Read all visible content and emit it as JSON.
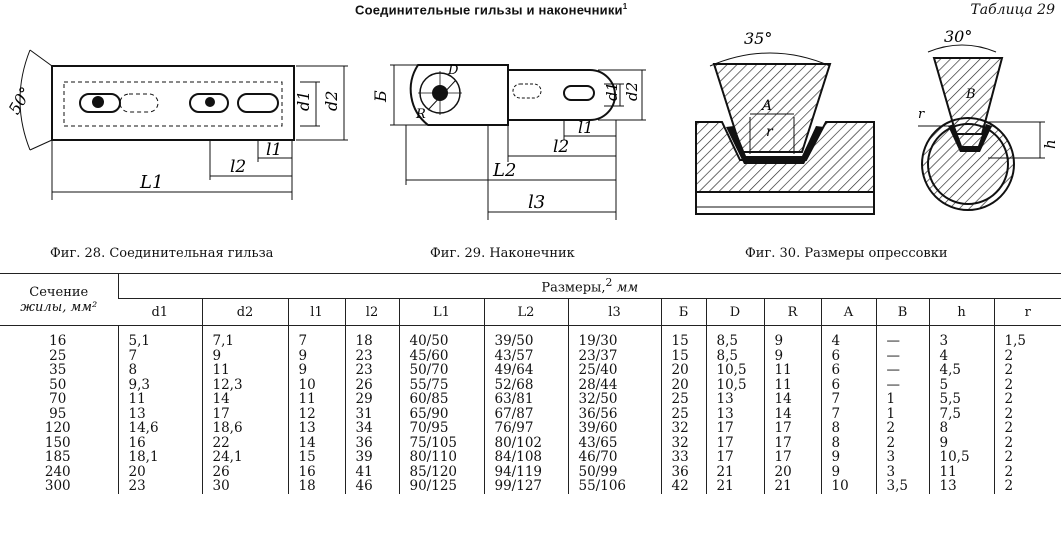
{
  "page": {
    "title": "Соединительные гильзы и наконечники",
    "title_note": "1",
    "table_number": "Таблица 29"
  },
  "figures": [
    {
      "caption": "Фиг. 28. Соединительная гильза",
      "labels": [
        "50°",
        "d1",
        "d2",
        "l1",
        "l2",
        "L1"
      ]
    },
    {
      "caption": "Фиг. 29. Наконечник",
      "labels": [
        "Б",
        "D",
        "R",
        "d1",
        "d2",
        "l1",
        "l2",
        "L2",
        "l3"
      ]
    },
    {
      "caption": "Фиг. 30. Размеры опрессовки",
      "labels": [
        "35°",
        "30°",
        "A",
        "B",
        "r",
        "h"
      ]
    }
  ],
  "table": {
    "section_header_line1": "Сечение",
    "section_header_line2": "жилы, мм²",
    "sizes_header": "Размеры,",
    "sizes_note": "2",
    "sizes_unit": "мм",
    "columns": [
      "d1",
      "d2",
      "l1",
      "l2",
      "L1",
      "L2",
      "l3",
      "Б",
      "D",
      "R",
      "A",
      "B",
      "h",
      "r"
    ],
    "rows": [
      [
        "16",
        "5,1",
        "7,1",
        "7",
        "18",
        "40/50",
        "39/50",
        "19/30",
        "15",
        "8,5",
        "9",
        "4",
        "—",
        "3",
        "1,5"
      ],
      [
        "25",
        "7",
        "9",
        "9",
        "23",
        "45/60",
        "43/57",
        "23/37",
        "15",
        "8,5",
        "9",
        "6",
        "—",
        "4",
        "2"
      ],
      [
        "35",
        "8",
        "11",
        "9",
        "23",
        "50/70",
        "49/64",
        "25/40",
        "20",
        "10,5",
        "11",
        "6",
        "—",
        "4,5",
        "2"
      ],
      [
        "50",
        "9,3",
        "12,3",
        "10",
        "26",
        "55/75",
        "52/68",
        "28/44",
        "20",
        "10,5",
        "11",
        "6",
        "—",
        "5",
        "2"
      ],
      [
        "70",
        "11",
        "14",
        "11",
        "29",
        "60/85",
        "63/81",
        "32/50",
        "25",
        "13",
        "14",
        "7",
        "1",
        "5,5",
        "2"
      ],
      [
        "95",
        "13",
        "17",
        "12",
        "31",
        "65/90",
        "67/87",
        "36/56",
        "25",
        "13",
        "14",
        "7",
        "1",
        "7,5",
        "2"
      ],
      [
        "120",
        "14,6",
        "18,6",
        "13",
        "34",
        "70/95",
        "76/97",
        "39/60",
        "32",
        "17",
        "17",
        "8",
        "2",
        "8",
        "2"
      ],
      [
        "150",
        "16",
        "22",
        "14",
        "36",
        "75/105",
        "80/102",
        "43/65",
        "32",
        "17",
        "17",
        "8",
        "2",
        "9",
        "2"
      ],
      [
        "185",
        "18,1",
        "24,1",
        "15",
        "39",
        "80/110",
        "84/108",
        "46/70",
        "33",
        "17",
        "17",
        "9",
        "3",
        "10,5",
        "2"
      ],
      [
        "240",
        "20",
        "26",
        "16",
        "41",
        "85/120",
        "94/119",
        "50/99",
        "36",
        "21",
        "20",
        "9",
        "3",
        "11",
        "2"
      ],
      [
        "300",
        "23",
        "30",
        "18",
        "46",
        "90/125",
        "99/127",
        "55/106",
        "42",
        "21",
        "21",
        "10",
        "3,5",
        "13",
        "2"
      ]
    ]
  }
}
